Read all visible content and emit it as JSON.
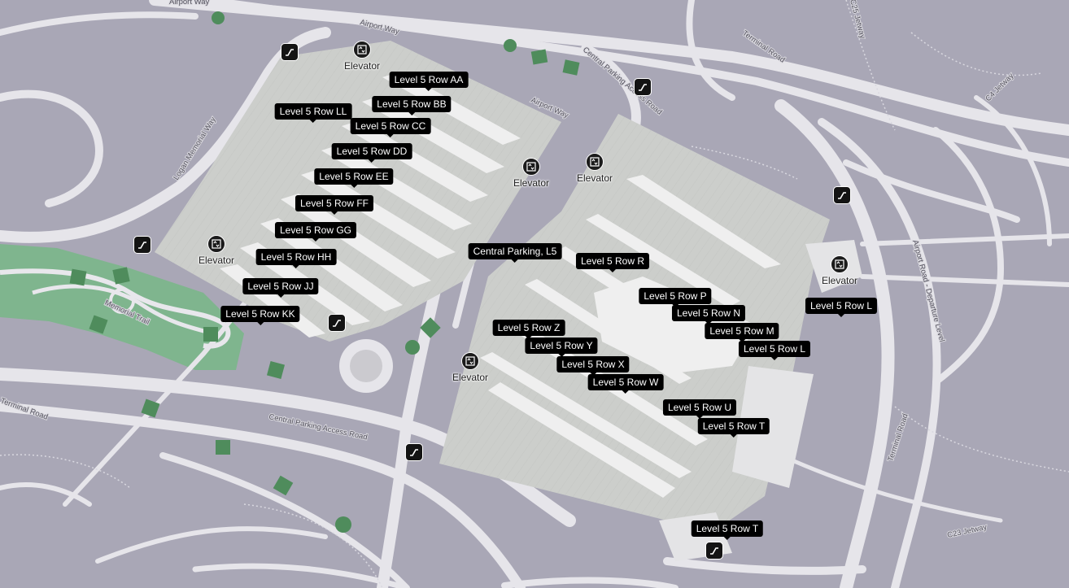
{
  "map": {
    "colors": {
      "background": "#a9a7b6",
      "road": "#e6e5ea",
      "garage_deck": "#c9cbc8",
      "garage_aisle": "#efefef",
      "park": "#7fb58e",
      "tree": "#4f8c5c",
      "label_bg": "#000000"
    },
    "road_labels": [
      "Airport Way",
      "Airport Way",
      "Airport Way",
      "Central Parking Access Road",
      "Central Parking Access Road",
      "Terminal Road",
      "Terminal Road",
      "Terminal Road",
      "Logan Memorial Way",
      "Memorial Trail",
      "Airport Road - Departure Level",
      "C23 Jetway",
      "C25 Jetway",
      "C4 Jetway"
    ],
    "row_labels": [
      "Level 5 Row AA",
      "Level 5 Row BB",
      "Level 5 Row CC",
      "Level 5 Row DD",
      "Level 5 Row EE",
      "Level 5 Row FF",
      "Level 5 Row GG",
      "Level 5 Row HH",
      "Level 5 Row JJ",
      "Level 5 Row KK",
      "Level 5 Row LL",
      "Central Parking, L5",
      "Level 5 Row R",
      "Level 5 Row P",
      "Level 5 Row N",
      "Level 5 Row M",
      "Level 5 Row L",
      "Level 5 Row L",
      "Level 5 Row Z",
      "Level 5 Row Y",
      "Level 5 Row X",
      "Level 5 Row W",
      "Level 5 Row U",
      "Level 5 Row T",
      "Level 5 Row T"
    ],
    "elevators": [
      "Elevator",
      "Elevator",
      "Elevator",
      "Elevator",
      "Elevator",
      "Elevator"
    ],
    "icons": {
      "elevator": "elevator-icon",
      "escalator": "escalator-icon"
    },
    "escalator_count": 7
  }
}
